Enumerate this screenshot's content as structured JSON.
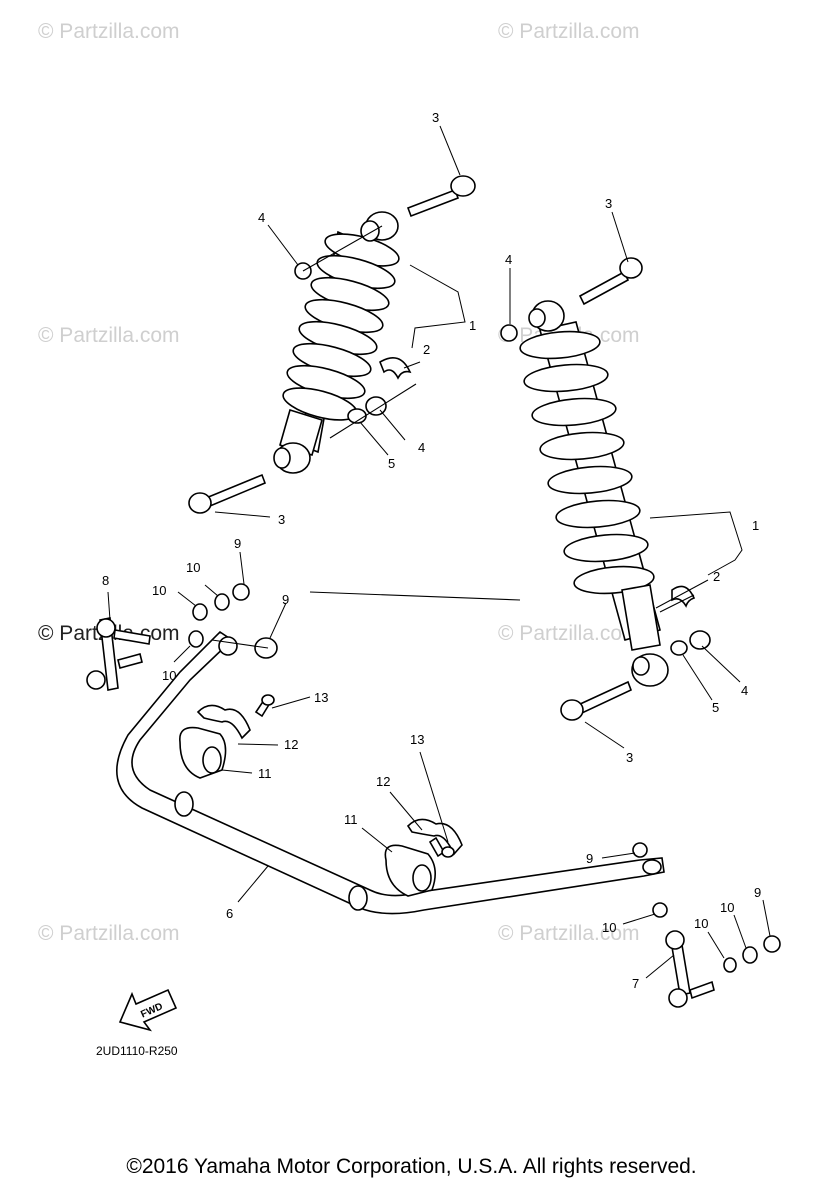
{
  "watermarks": [
    "© Partzilla.com",
    "© Partzilla.com",
    "© Partzilla.com",
    "© Partzilla.com",
    "© Partzilla.com",
    "© Partzilla.com",
    "© Partzilla.com",
    "© Partzilla.com"
  ],
  "callouts": [
    {
      "id": "c3a",
      "text": "3"
    },
    {
      "id": "c4a",
      "text": "4"
    },
    {
      "id": "c1a",
      "text": "1"
    },
    {
      "id": "c2a",
      "text": "2"
    },
    {
      "id": "c4b",
      "text": "4"
    },
    {
      "id": "c5a",
      "text": "5"
    },
    {
      "id": "c3b",
      "text": "3"
    },
    {
      "id": "c3c",
      "text": "3"
    },
    {
      "id": "c4c",
      "text": "4"
    },
    {
      "id": "c1b",
      "text": "1"
    },
    {
      "id": "c2b",
      "text": "2"
    },
    {
      "id": "c4d",
      "text": "4"
    },
    {
      "id": "c5b",
      "text": "5"
    },
    {
      "id": "c3d",
      "text": "3"
    },
    {
      "id": "c8",
      "text": "8"
    },
    {
      "id": "c9a",
      "text": "9"
    },
    {
      "id": "c10a",
      "text": "10"
    },
    {
      "id": "c10b",
      "text": "10"
    },
    {
      "id": "c9b",
      "text": "9"
    },
    {
      "id": "c10c",
      "text": "10"
    },
    {
      "id": "c13a",
      "text": "13"
    },
    {
      "id": "c12a",
      "text": "12"
    },
    {
      "id": "c11a",
      "text": "11"
    },
    {
      "id": "c13b",
      "text": "13"
    },
    {
      "id": "c12b",
      "text": "12"
    },
    {
      "id": "c11b",
      "text": "11"
    },
    {
      "id": "c6",
      "text": "6"
    },
    {
      "id": "c9c",
      "text": "9"
    },
    {
      "id": "c10d",
      "text": "10"
    },
    {
      "id": "c10e",
      "text": "10"
    },
    {
      "id": "c10f",
      "text": "10"
    },
    {
      "id": "c9d",
      "text": "9"
    },
    {
      "id": "c7",
      "text": "7"
    }
  ],
  "fwd_label": "FWD",
  "diagram_code": "2UD1110-R250",
  "copyright": "©2016  Yamaha Motor Corporation, U.S.A. All rights reserved."
}
